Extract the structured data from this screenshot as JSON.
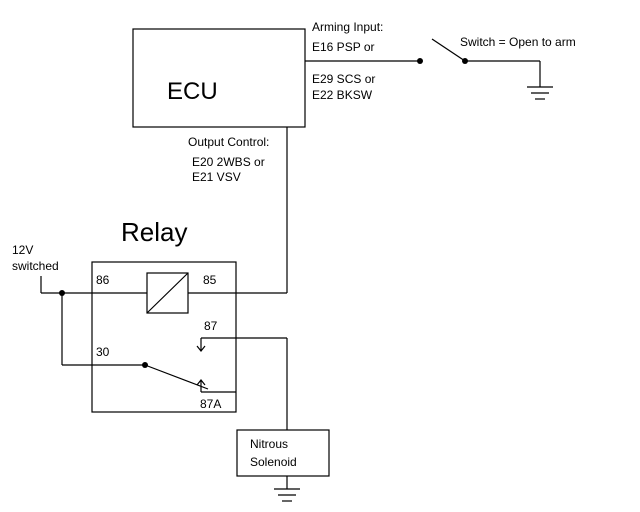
{
  "ecu": {
    "label": "ECU"
  },
  "arming_input": {
    "heading": "Arming Input:",
    "line1": "E16 PSP or",
    "line2": "E29 SCS or",
    "line3": "E22 BKSW"
  },
  "switch": {
    "label": "Switch = Open to arm"
  },
  "output_control": {
    "heading": "Output Control:",
    "line1": "E20 2WBS or",
    "line2": "E21 VSV"
  },
  "relay": {
    "title": "Relay",
    "pin_86": "86",
    "pin_85": "85",
    "pin_87": "87",
    "pin_30": "30",
    "pin_87a": "87A"
  },
  "power": {
    "line1": "12V",
    "line2": "switched"
  },
  "solenoid": {
    "line1": "Nitrous",
    "line2": "Solenoid"
  }
}
